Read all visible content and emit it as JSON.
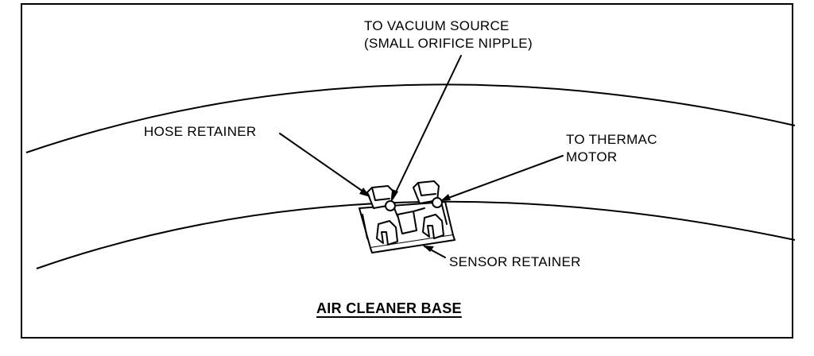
{
  "labels": {
    "vacuum_source_line1": "TO VACUUM SOURCE",
    "vacuum_source_line2": "(SMALL ORIFICE NIPPLE)",
    "hose_retainer": "HOSE RETAINER",
    "thermac_motor_line1": "TO THERMAC",
    "thermac_motor_line2": "MOTOR",
    "sensor_retainer": "SENSOR RETAINER"
  },
  "caption": "AIR CLEANER BASE",
  "colors": {
    "ink": "#000000",
    "paper": "#ffffff"
  }
}
